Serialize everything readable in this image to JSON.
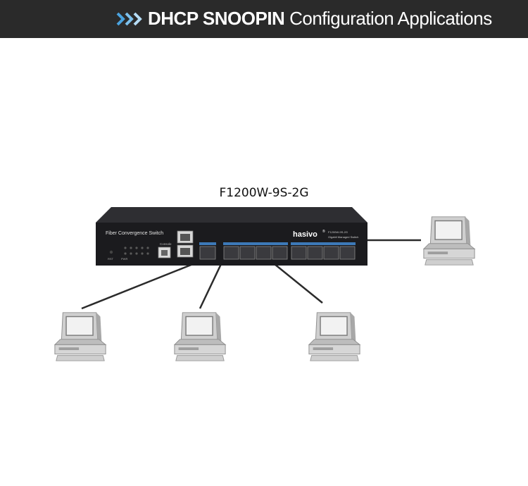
{
  "banner": {
    "icon": "triple-chevron-right-icon",
    "title_bold": "DHCP SNOOPIN",
    "title_rest": "Configuration Applications",
    "background": "#2a2a2a",
    "accent": "#4aa3df"
  },
  "device": {
    "model_label": "F1200W-9S-2G",
    "front_text": "Fiber Convergence Switch",
    "brand": "hasivo",
    "brand_sup": "®",
    "console_label": "Console",
    "reset_label": "RST",
    "pwr_label": "PWR",
    "spec_model": "F1200W-9S-2G",
    "spec_desc": "Gigabit Managed Switch"
  },
  "nodes": [
    {
      "name": "client-pc-right"
    },
    {
      "name": "client-pc-left"
    },
    {
      "name": "client-pc-center"
    },
    {
      "name": "client-pc-right-bottom"
    }
  ]
}
